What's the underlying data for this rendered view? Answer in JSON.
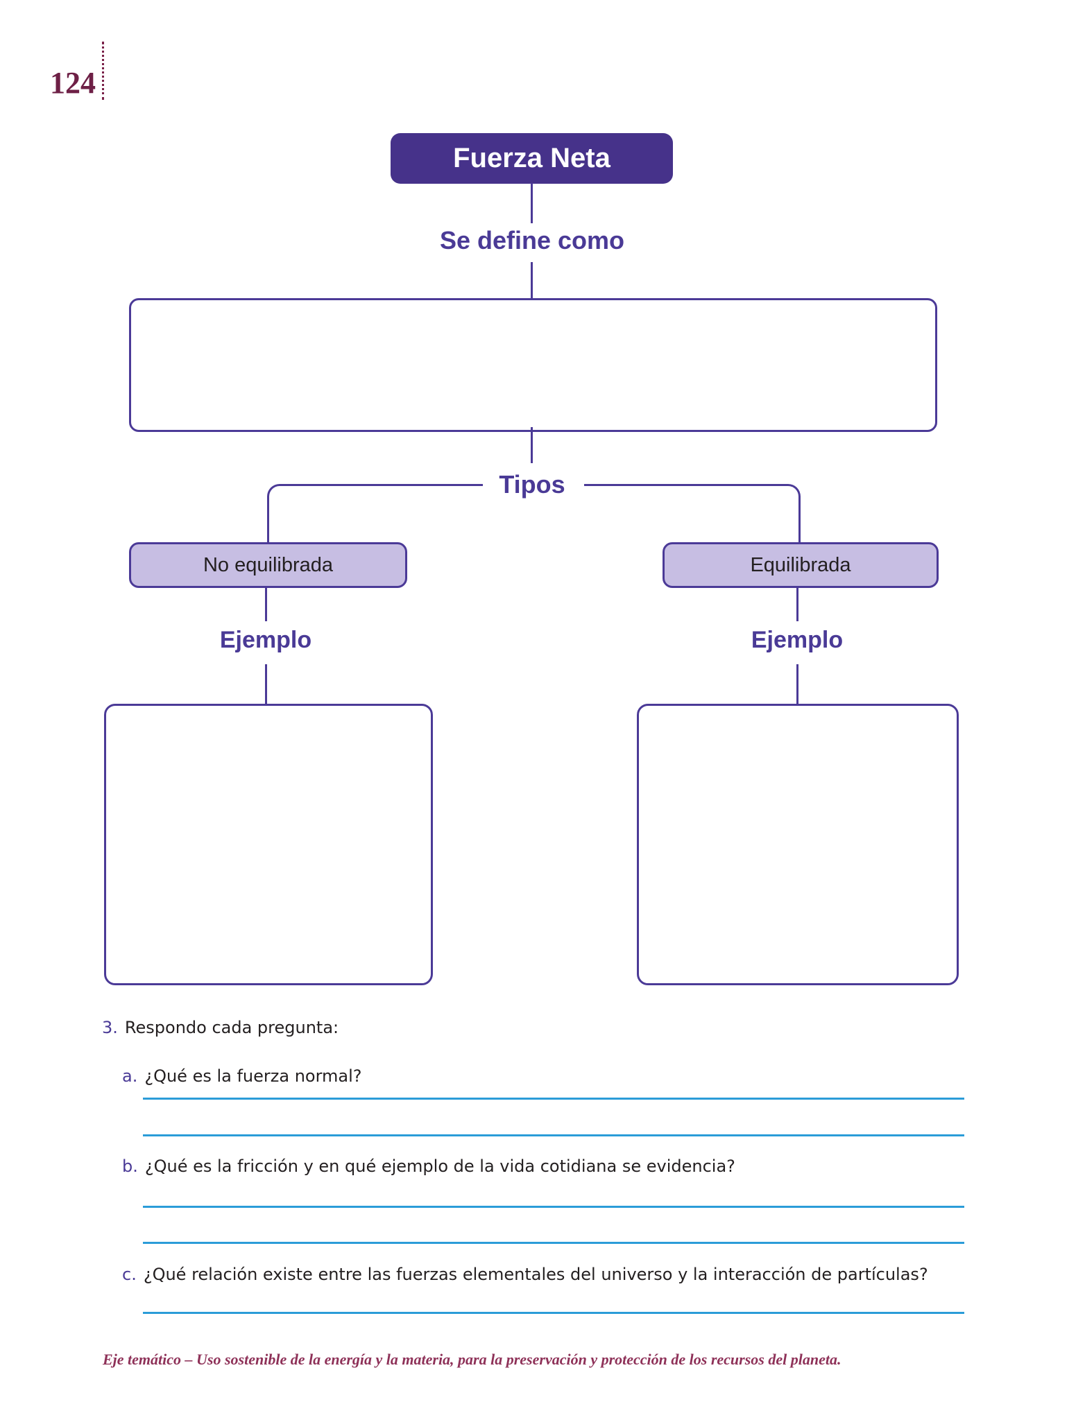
{
  "page": {
    "number": "124"
  },
  "diagram": {
    "root_label": "Fuerza Neta",
    "definition_label": "Se define como",
    "definition_value": "",
    "types_label": "Tipos",
    "branches": [
      {
        "type_label": "No equilibrada",
        "example_label": "Ejemplo",
        "example_value": ""
      },
      {
        "type_label": "Equilibrada",
        "example_label": "Ejemplo",
        "example_value": ""
      }
    ]
  },
  "questions": {
    "heading_number": "3.",
    "heading_text": "Respondo cada pregunta:",
    "items": [
      {
        "letter": "a.",
        "text": "¿Qué es la fuerza normal?",
        "answer_lines": 2
      },
      {
        "letter": "b.",
        "text": "¿Qué es la fricción y en qué ejemplo de la vida cotidiana se evidencia?",
        "answer_lines": 2
      },
      {
        "letter": "c.",
        "text": "¿Qué relación existe entre las fuerzas elementales del universo y la interacción de partículas?",
        "answer_lines": 1
      }
    ]
  },
  "footer": {
    "text": "Eje temático – Uso sostenible de la energía y la materia, para la preservación y protección de los recursos del planeta."
  },
  "colors": {
    "root_box_fill": "#46328A",
    "connector_purple": "#4B3A97",
    "type_box_fill": "#C7BEE3",
    "label_purple": "#4A3A96",
    "answer_line_blue": "#2B9CD8",
    "page_number_maroon": "#6E2046",
    "footer_maroon": "#8E3158",
    "body_text": "#231F20"
  }
}
